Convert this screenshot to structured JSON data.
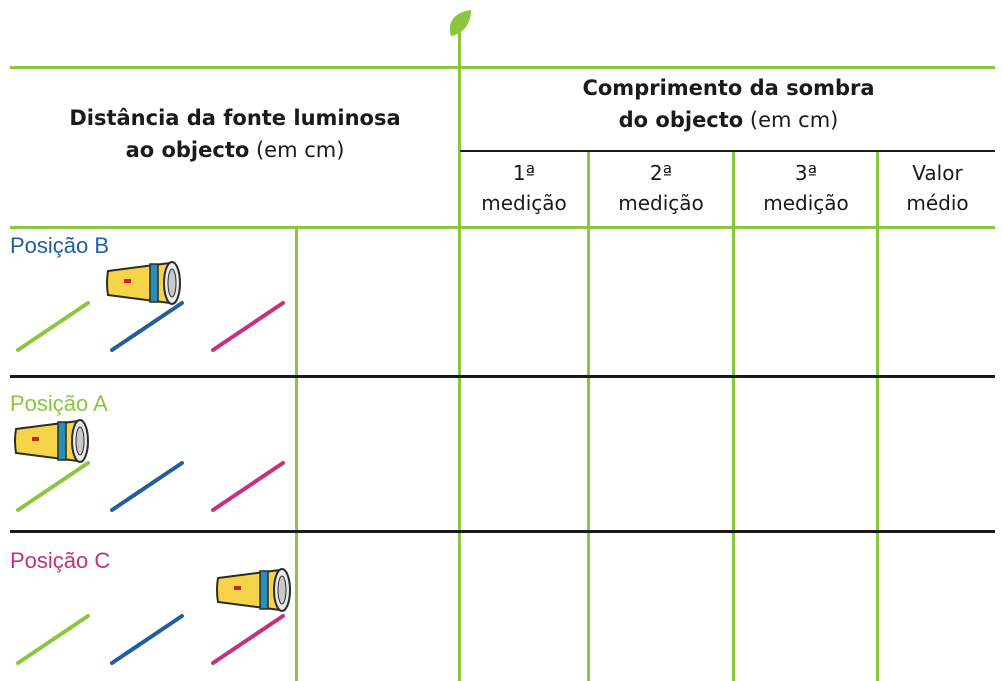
{
  "table": {
    "col1_header": {
      "line1": "Distância da fonte luminosa",
      "line2_bold": "ao objecto",
      "line2_rest": " (em cm)"
    },
    "col2_header": {
      "line1": "Comprimento da sombra",
      "line2_bold": "do objecto",
      "line2_rest": " (em cm)"
    },
    "sub_headers": [
      {
        "top": "1ª",
        "bottom": "medição"
      },
      {
        "top": "2ª",
        "bottom": "medição"
      },
      {
        "top": "3ª",
        "bottom": "medição"
      },
      {
        "top": "Valor",
        "bottom": "médio"
      }
    ],
    "rows": [
      {
        "label": "Posição B",
        "color": "#1f5fa0"
      },
      {
        "label": "Posição A",
        "color": "#8cc63f"
      },
      {
        "label": "Posição C",
        "color": "#c5307f"
      }
    ]
  },
  "colors": {
    "green": "#8cc63f",
    "blue": "#1f5fa0",
    "magenta": "#c5307f",
    "lamp_body": "#f5d44a",
    "lamp_ring": "#2a8fb8"
  }
}
